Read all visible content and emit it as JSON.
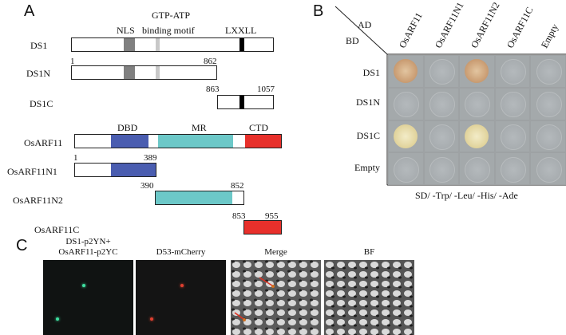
{
  "panels": {
    "a": "A",
    "b": "B",
    "c": "C"
  },
  "panel_a": {
    "ds1": {
      "name": "DS1",
      "domain_nls": "NLS",
      "domain_gtp_line1": "GTP-ATP",
      "domain_gtp_line2": "binding motif",
      "domain_lxxll": "LXXLL"
    },
    "ds1n": {
      "name": "DS1N",
      "start": "1",
      "end": "862"
    },
    "ds1c": {
      "name": "DS1C",
      "start": "863",
      "end": "1057"
    },
    "osarf11": {
      "name": "OsARF11",
      "domain_dbd": "DBD",
      "domain_mr": "MR",
      "domain_ctd": "CTD"
    },
    "osarf11n1": {
      "name": "OsARF11N1",
      "start": "1",
      "end": "389"
    },
    "osarf11n2": {
      "name": "OsARF11N2",
      "start": "390",
      "end": "852"
    },
    "osarf11c": {
      "name": "OsARF11C",
      "start": "853",
      "end": "955"
    },
    "colors": {
      "nls": "#808080",
      "gtp": "#c8c8c8",
      "lxxll": "#000000",
      "dbd": "#4a5db0",
      "mr": "#6cc8c8",
      "ctd": "#e8302b"
    }
  },
  "panel_b": {
    "ad_label": "AD",
    "bd_label": "BD",
    "columns": [
      "OsARF11",
      "OsARF11N1",
      "OsARF11N2",
      "OsARF11C",
      "Empty"
    ],
    "rows": [
      "DS1",
      "DS1N",
      "DS1C",
      "Empty"
    ],
    "growth": [
      [
        true,
        false,
        true,
        false,
        false
      ],
      [
        false,
        false,
        false,
        false,
        false
      ],
      [
        true,
        false,
        true,
        false,
        false
      ],
      [
        false,
        false,
        false,
        false,
        false
      ]
    ],
    "medium": "SD/ -Trp/ -Leu/ -His/ -Ade"
  },
  "panel_c": {
    "images": [
      {
        "title_line1": "DS1-p2YN+",
        "title_line2": "OsARF11-p2YC"
      },
      {
        "title_line1": "D53-mCherry",
        "title_line2": ""
      },
      {
        "title_line1": "Merge",
        "title_line2": ""
      },
      {
        "title_line1": "BF",
        "title_line2": ""
      }
    ]
  }
}
